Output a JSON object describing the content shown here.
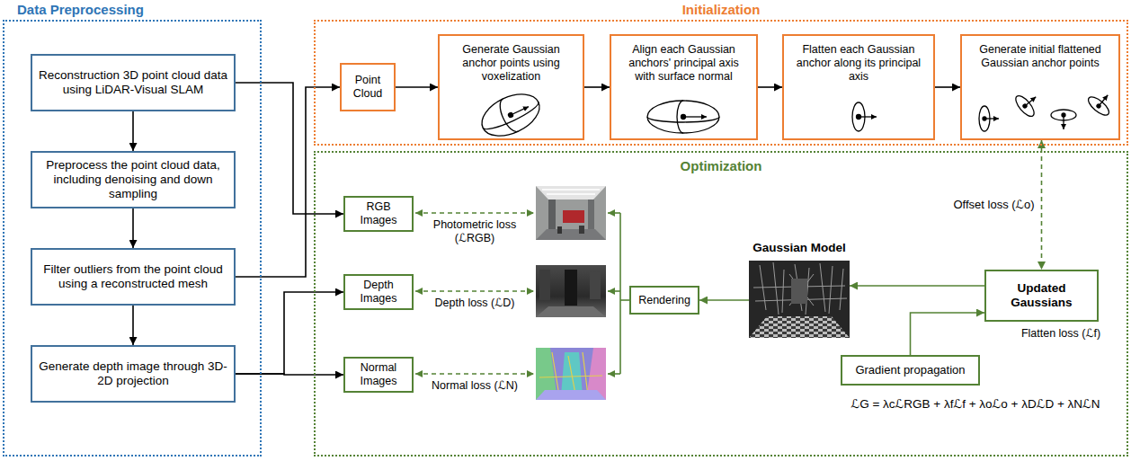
{
  "diagram": {
    "nodes": [
      {
        "text": [
          "Data Preprocessing"
        ]
      },
      {
        "text": [
          "Reconstruction 3D point cloud data using LiDAR-Visual SLAM"
        ],
        "in": 0
      },
      {
        "text": [
          "Preprocess the point cloud data, including denoising and down sampling"
        ],
        "in": 0
      },
      {
        "text": [
          "Filter outliers from the point cloud using a reconstructed mesh"
        ],
        "in": 0
      },
      {
        "text": [
          "Generate depth image through 3D-2D projection"
        ],
        "in": 0
      },
      {
        "text": [
          "Initialization"
        ]
      },
      {
        "text": [
          "Point Cloud"
        ],
        "in": 5
      },
      {
        "text": [
          "Generate Gaussian anchor points using voxelization"
        ],
        "in": 5
      },
      {
        "text": [
          "Align each Gaussian anchors' principal axis with surface normal"
        ],
        "in": 5
      },
      {
        "text": [
          "Flatten each Gaussian anchor along its principal axis"
        ],
        "in": 5
      },
      {
        "text": [
          "Generate initial flattened Gaussian anchor points"
        ],
        "in": 5
      },
      {
        "text": [
          "Optimization"
        ]
      },
      {
        "text": [
          "RGB Images"
        ],
        "in": 11
      },
      {
        "text": [
          "Depth Images"
        ],
        "in": 11
      },
      {
        "text": [
          "Normal Images"
        ],
        "in": 11
      },
      {
        "text": [
          "Rendering"
        ],
        "in": 11
      },
      {
        "text": [
          "Gaussian Model"
        ],
        "in": 11
      },
      {
        "text": [
          "Updated Gaussians"
        ],
        "in": 11
      },
      {
        "text": [
          "Gradient propagation"
        ],
        "in": 11
      }
    ],
    "edges": [
      {
        "from": 1,
        "to": 2,
        "arrow": "to"
      },
      {
        "from": 2,
        "to": 3,
        "arrow": "to"
      },
      {
        "from": 3,
        "to": 4,
        "arrow": "to"
      },
      {
        "from": 3,
        "to": 6,
        "arrow": "to"
      },
      {
        "from": 1,
        "to": 12,
        "arrow": "to"
      },
      {
        "from": 4,
        "to": 13,
        "arrow": "to"
      },
      {
        "from": 4,
        "to": 14,
        "arrow": "to"
      },
      {
        "from": 6,
        "to": 7,
        "arrow": "to"
      },
      {
        "from": 7,
        "to": 8,
        "arrow": "to"
      },
      {
        "from": 8,
        "to": 9,
        "arrow": "to"
      },
      {
        "from": 9,
        "to": 10,
        "arrow": "to"
      },
      {
        "from": 10,
        "to": 17,
        "label": "Offset loss (ℒo)",
        "arrow": "both"
      },
      {
        "from": 16,
        "to": 15,
        "arrow": "to"
      },
      {
        "from": 17,
        "to": 16,
        "arrow": "to"
      },
      {
        "from": 18,
        "to": 17,
        "arrow": "to"
      }
    ],
    "labels": [
      "Photometric loss (ℒRGB)",
      "Depth loss (ℒD)",
      "Normal loss (ℒN)",
      "Flatten loss (ℒf)",
      "ℒG = λcℒRGB + λfℒf + λoℒo + λDℒD + λNℒN"
    ]
  }
}
